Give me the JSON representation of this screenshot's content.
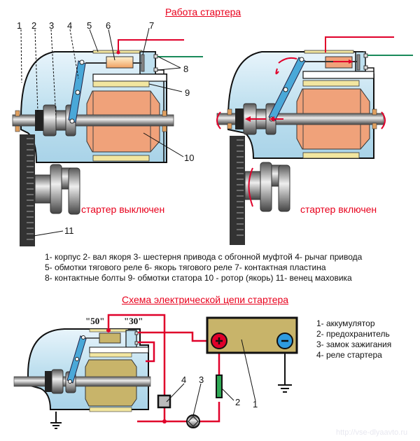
{
  "titles": {
    "main": "Работа стартера",
    "circuit": "Схема электрической цепи стартера"
  },
  "states": {
    "off": "стартер выключен",
    "on": "стартер включен"
  },
  "part_numbers": [
    "1",
    "2",
    "3",
    "4",
    "5",
    "6",
    "7",
    "8",
    "9",
    "10",
    "11"
  ],
  "legend_lines": [
    "1- корпус 2- вал якоря 3- шестерня привода с обгонной муфтой 4- рычаг привода",
    "5- обмотки тягового реле 6- якорь тягового реле 7- контактная пластина",
    "8- контактные болты 9- обмотки статора 10 - ротор (якорь) 11- венец маховика"
  ],
  "circuit": {
    "terminal_50": "\"50\"",
    "terminal_30": "\"30\"",
    "numbers": [
      "1",
      "2",
      "3",
      "4"
    ],
    "legend": [
      "1- аккумулятор",
      "2- предохранитель",
      "3- замок зажигания",
      "4- реле стартера"
    ],
    "battery_plus": "+",
    "battery_minus": "−"
  },
  "watermark": "http://vse-dlyaavto.ru",
  "colors": {
    "title_red": "#e8001c",
    "wire_red": "#e0002a",
    "wire_green": "#1a8a5a",
    "housing_blue": "#bfe0ef",
    "rotor_orange": "#f0a27a",
    "winding_yellow": "#f2e6a0",
    "lever_blue": "#4aa8d8",
    "battery_khaki": "#c8b46a"
  }
}
